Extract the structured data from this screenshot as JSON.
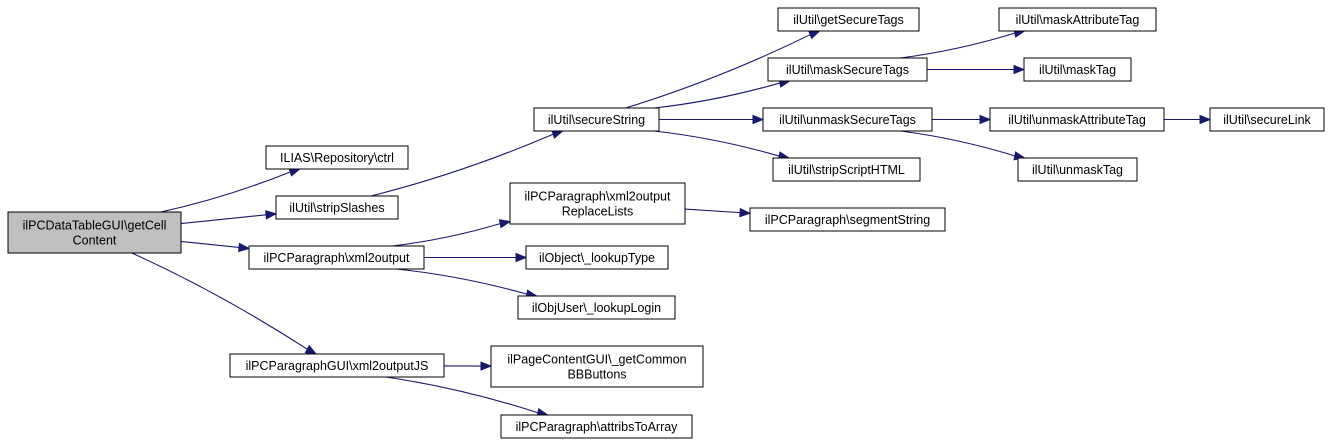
{
  "colors": {
    "edge": "#191970",
    "root_fill": "#bfbfbf",
    "node_fill": "#ffffff"
  },
  "nodes": {
    "root": [
      "ilPCDataTableGUI\\getCell",
      "Content"
    ],
    "ctrl": [
      "ILIAS\\Repository\\ctrl"
    ],
    "stripSlashes": [
      "ilUtil\\stripSlashes"
    ],
    "xml2output": [
      "ilPCParagraph\\xml2output"
    ],
    "xml2outputJS": [
      "ilPCParagraphGUI\\xml2outputJS"
    ],
    "secureString": [
      "ilUtil\\secureString"
    ],
    "xml2outputReplaceLists": [
      "ilPCParagraph\\xml2output",
      "ReplaceLists"
    ],
    "lookupType": [
      "ilObject\\_lookupType"
    ],
    "lookupLogin": [
      "ilObjUser\\_lookupLogin"
    ],
    "getCommonBBButtons": [
      "ilPageContentGUI\\_getCommon",
      "BBButtons"
    ],
    "attribsToArray": [
      "ilPCParagraph\\attribsToArray"
    ],
    "getSecureTags": [
      "ilUtil\\getSecureTags"
    ],
    "maskSecureTags": [
      "ilUtil\\maskSecureTags"
    ],
    "unmaskSecureTags": [
      "ilUtil\\unmaskSecureTags"
    ],
    "stripScriptHTML": [
      "ilUtil\\stripScriptHTML"
    ],
    "segmentString": [
      "ilPCParagraph\\segmentString"
    ],
    "maskAttributeTag": [
      "ilUtil\\maskAttributeTag"
    ],
    "maskTag": [
      "ilUtil\\maskTag"
    ],
    "unmaskAttributeTag": [
      "ilUtil\\unmaskAttributeTag"
    ],
    "unmaskTag": [
      "ilUtil\\unmaskTag"
    ],
    "secureLink": [
      "ilUtil\\secureLink"
    ]
  },
  "edges": [
    [
      "root",
      "ctrl"
    ],
    [
      "root",
      "stripSlashes"
    ],
    [
      "root",
      "xml2output"
    ],
    [
      "root",
      "xml2outputJS"
    ],
    [
      "stripSlashes",
      "secureString"
    ],
    [
      "xml2output",
      "xml2outputReplaceLists"
    ],
    [
      "xml2output",
      "lookupType"
    ],
    [
      "xml2output",
      "lookupLogin"
    ],
    [
      "xml2outputJS",
      "getCommonBBButtons"
    ],
    [
      "xml2outputJS",
      "attribsToArray"
    ],
    [
      "secureString",
      "getSecureTags"
    ],
    [
      "secureString",
      "maskSecureTags"
    ],
    [
      "secureString",
      "unmaskSecureTags"
    ],
    [
      "secureString",
      "stripScriptHTML"
    ],
    [
      "xml2outputReplaceLists",
      "segmentString"
    ],
    [
      "maskSecureTags",
      "maskAttributeTag"
    ],
    [
      "maskSecureTags",
      "maskTag"
    ],
    [
      "unmaskSecureTags",
      "unmaskAttributeTag"
    ],
    [
      "unmaskSecureTags",
      "unmaskTag"
    ],
    [
      "unmaskAttributeTag",
      "secureLink"
    ]
  ]
}
